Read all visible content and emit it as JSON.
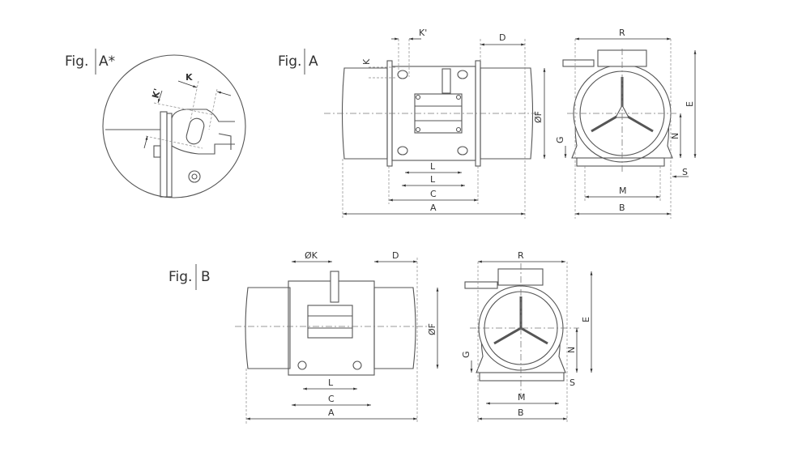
{
  "figures": {
    "a_star": {
      "prefix": "Fig.",
      "id": "A*",
      "dims": {
        "k": "K",
        "k1": "K'"
      }
    },
    "a": {
      "prefix": "Fig.",
      "id": "A",
      "dims": {
        "k": "K",
        "k1": "K'",
        "d": "D",
        "f": "ØF",
        "l1": "L",
        "l2": "L",
        "c": "C",
        "a": "A",
        "r": "R",
        "e": "E",
        "n": "N",
        "g": "G",
        "s": "S",
        "m": "M",
        "b": "B"
      }
    },
    "b": {
      "prefix": "Fig.",
      "id": "B",
      "dims": {
        "k": "ØK",
        "d": "D",
        "f": "ØF",
        "l": "L",
        "c": "C",
        "a": "A",
        "r": "R",
        "e": "E",
        "n": "N",
        "g": "G",
        "s": "S",
        "m": "M",
        "b": "B"
      }
    }
  }
}
